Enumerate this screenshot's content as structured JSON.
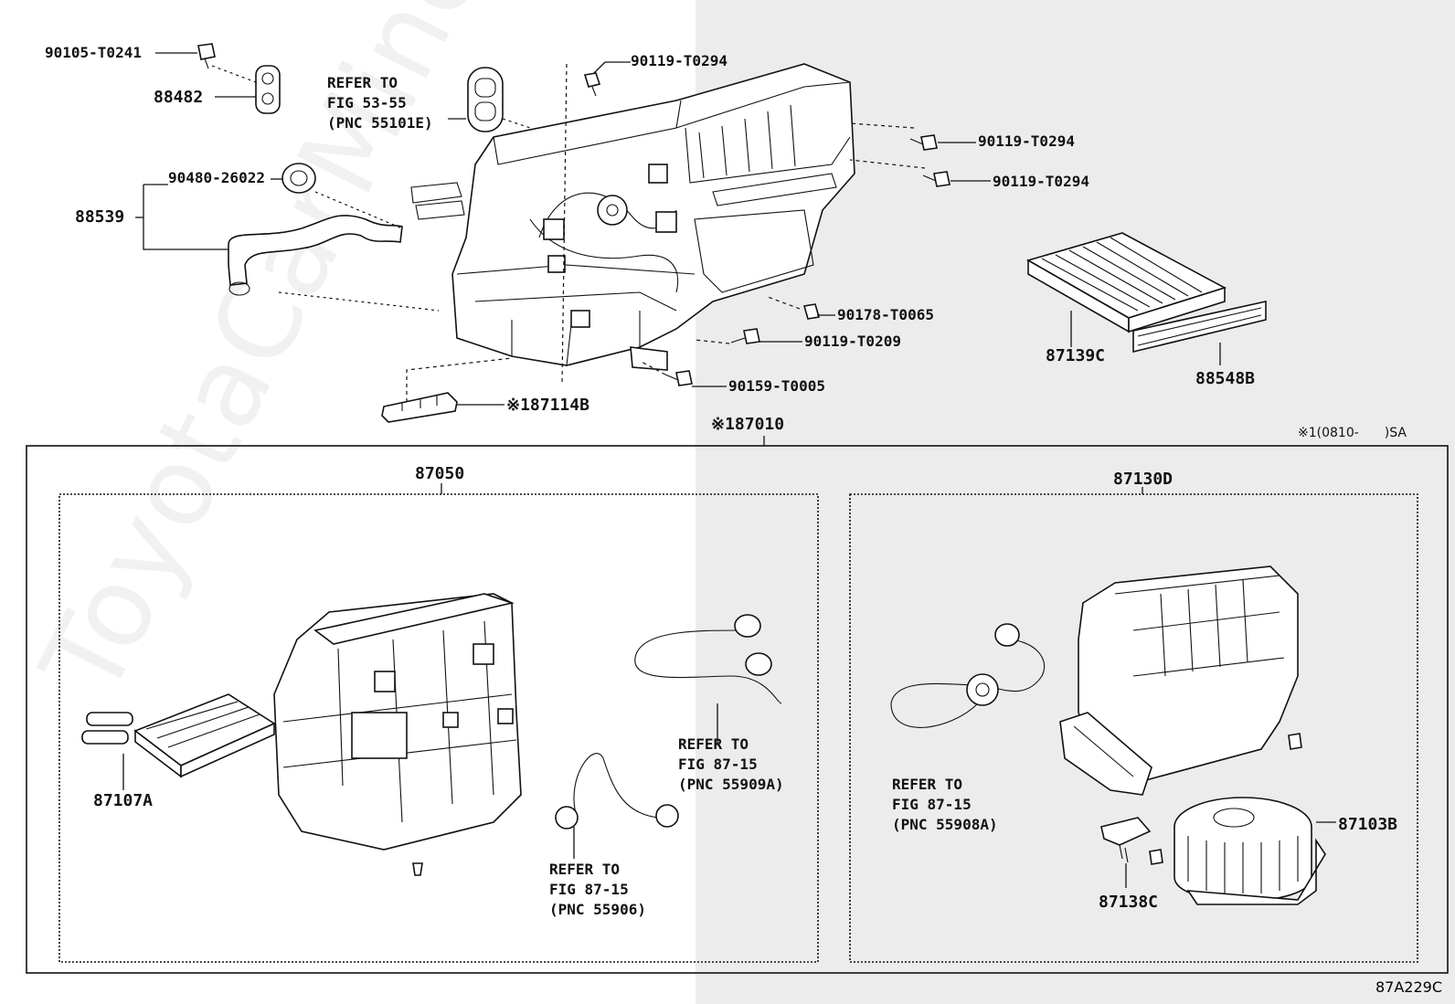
{
  "watermark": "ToyotaCarMine",
  "figure_code": "87A229C",
  "labels": {
    "p90105": "90105-T0241",
    "p88482": "88482",
    "refer1_line1": "REFER TO",
    "refer1_line2": "FIG 53-55",
    "refer1_line3": "(PNC 55101E)",
    "p90119_top": "90119-T0294",
    "p90119_r1": "90119-T0294",
    "p90119_r2": "90119-T0294",
    "p90480": "90480-26022",
    "p88539": "88539",
    "p90178": "90178-T0065",
    "p90119_t0209": "90119-T0209",
    "p90159": "90159-T0005",
    "p87114b": "※187114B",
    "p87139c": "87139C",
    "p88548b": "88548B",
    "p87010": "※187010",
    "note_sa": "※1(0810-　　)SA",
    "p87050": "87050",
    "p87130d": "87130D",
    "p87107a": "87107A",
    "refer2_line1": "REFER TO",
    "refer2_line2": "FIG 87-15",
    "refer2_line3": "(PNC 55909A)",
    "refer3_line1": "REFER TO",
    "refer3_line2": "FIG 87-15",
    "refer3_line3": "(PNC 55906)",
    "refer4_line1": "REFER TO",
    "refer4_line2": "FIG 87-15",
    "refer4_line3": "(PNC 55908A)",
    "p87103b": "87103B",
    "p87138c": "87138C"
  }
}
